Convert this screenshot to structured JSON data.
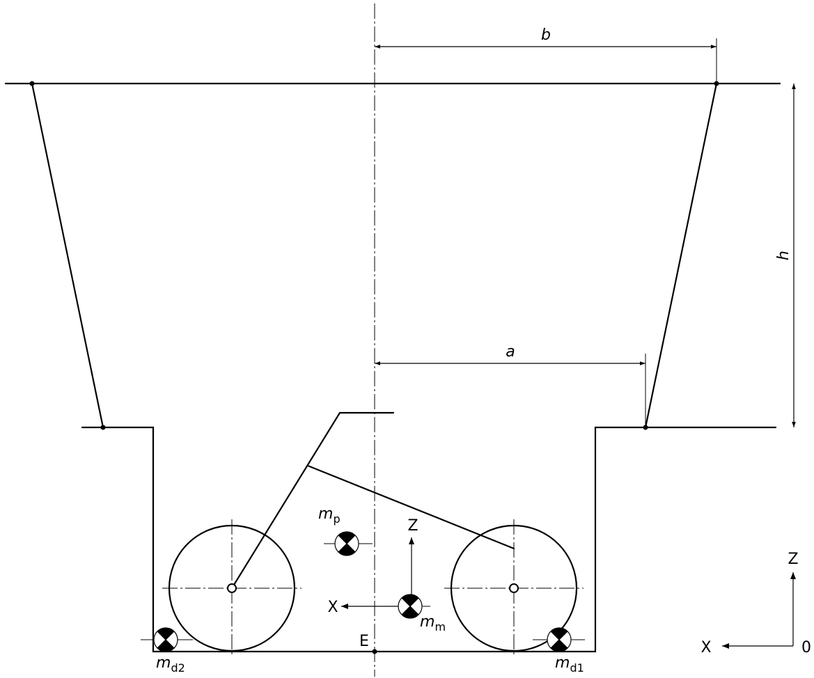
{
  "dimensions": {
    "b": "b",
    "h": "h",
    "a": "a"
  },
  "axes": {
    "vehicle_z": "Z",
    "vehicle_x": "X",
    "global_z": "Z",
    "global_x": "X",
    "origin": "0"
  },
  "points": {
    "e": "E"
  },
  "masses": {
    "mp": {
      "base": "m",
      "sub": "p"
    },
    "mm": {
      "base": "m",
      "sub": "m"
    },
    "md1": {
      "base": "m",
      "sub": "d1"
    },
    "md2": {
      "base": "m",
      "sub": "d2"
    }
  },
  "colors": {
    "line": "#000000",
    "background": "#ffffff"
  }
}
